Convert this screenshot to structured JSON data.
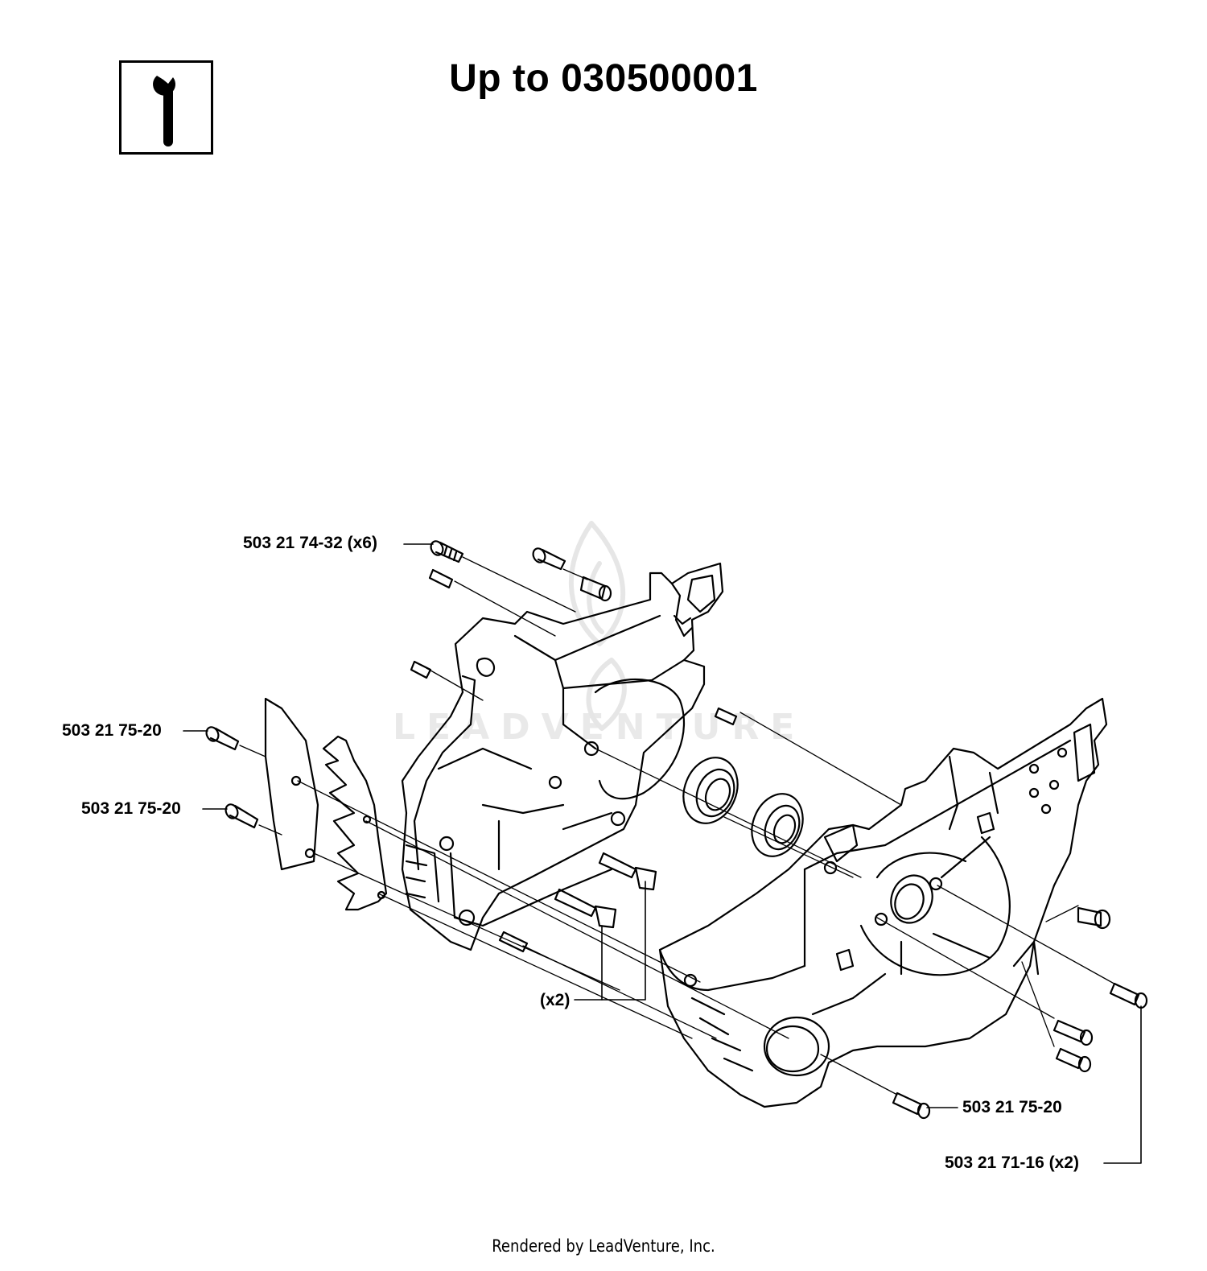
{
  "header": {
    "title": "Up to 030500001",
    "icon": "wrench-icon"
  },
  "watermark": {
    "text": "LEADVENTURE",
    "icon": "flame-logo-icon",
    "color": "#e9e9e9"
  },
  "callouts": [
    {
      "id": "bolt-top",
      "label": "503 21 74-32 (x6)"
    },
    {
      "id": "screw-left-upper",
      "label": "503 21 75-20"
    },
    {
      "id": "screw-left-lower",
      "label": "503 21 75-20"
    },
    {
      "id": "bolt-pair",
      "label": "(x2)"
    },
    {
      "id": "screw-bottom-right",
      "label": "503 21 75-20"
    },
    {
      "id": "screw-right-pair",
      "label": "503 21 71-16 (x2)"
    }
  ],
  "footer": {
    "credit": "Rendered by LeadVenture, Inc."
  },
  "colors": {
    "line": "#000000",
    "background": "#ffffff"
  }
}
